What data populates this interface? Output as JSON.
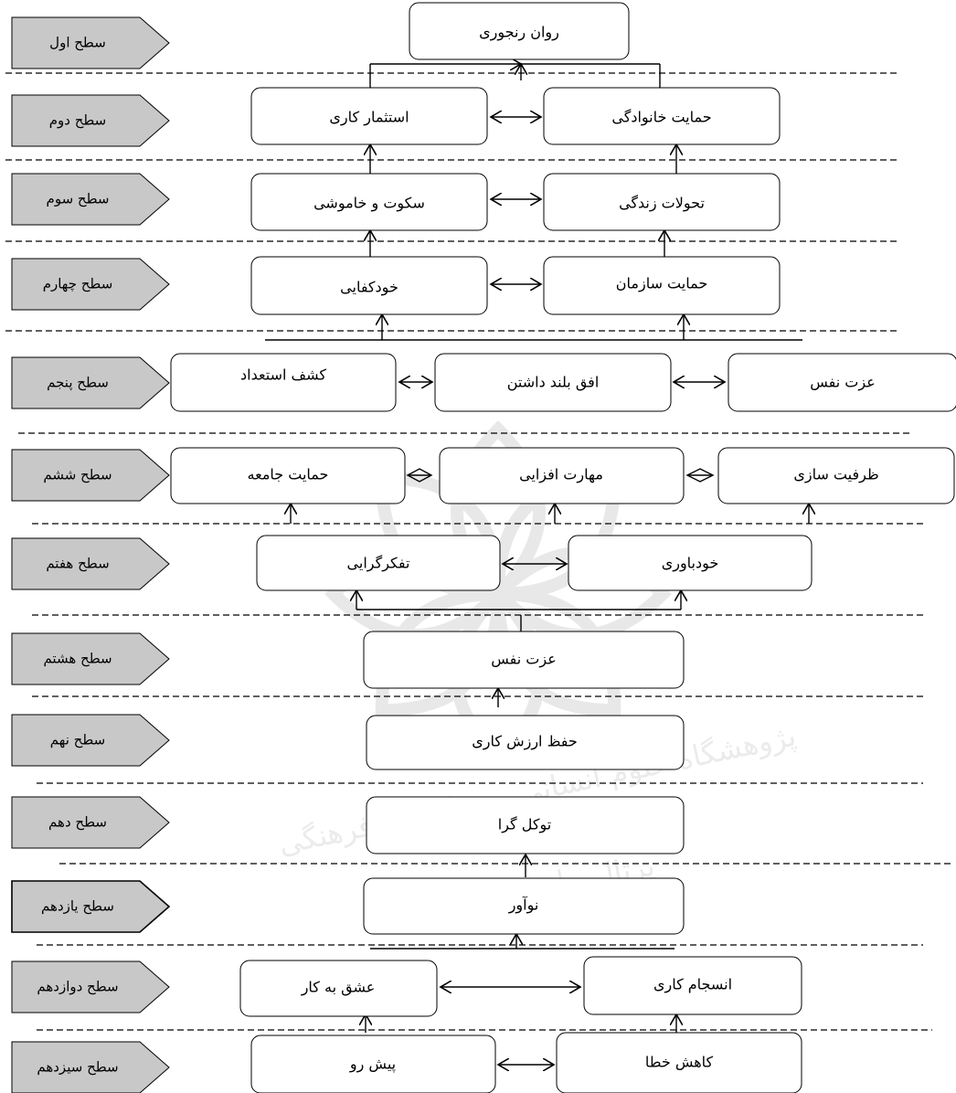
{
  "levels": [
    "سطح اول",
    "سطح دوم",
    "سطح سوم",
    "سطح چهارم",
    "سطح پنجم",
    "سطح ششم",
    "سطح هفتم",
    "سطح هشتم",
    "سطح نهم",
    "سطح دهم",
    "سطح یازدهم",
    "سطح دوازدهم",
    "سطح سیزدهم"
  ],
  "nodes": {
    "l1": "روان رنجوری",
    "l2a": "استثمار کاری",
    "l2b": "حمایت خانوادگی",
    "l3a": "سکوت و خاموشی",
    "l3b": "تحولات زندگی",
    "l4a": "خودکفایی",
    "l4b": "حمایت سازمان",
    "l5a": "کشف استعداد",
    "l5b": "افق بلند داشتن",
    "l5c": "عزت نفس",
    "l6a": "حمایت جامعه",
    "l6b": "مهارت افزایی",
    "l6c": "ظرفیت سازی",
    "l7a": "تفکرگرایی",
    "l7b": "خودباوری",
    "l8": "عزت نفس",
    "l9": "حفظ ارزش کاری",
    "l10": "توکل گرا",
    "l11": "نوآور",
    "l12a": "عشق به کار",
    "l12b": "انسجام کاری",
    "l13a": "پیش رو",
    "l13b": "کاهش خطا"
  },
  "watermark": [
    "پژوهشگاه علوم انسانی و مطالعات فرهنگی",
    "پرتال جامع علوم انسانی"
  ],
  "colors": {
    "level_fill": "#c8c8c8",
    "stroke": "#000000",
    "box_fill": "#ffffff"
  }
}
